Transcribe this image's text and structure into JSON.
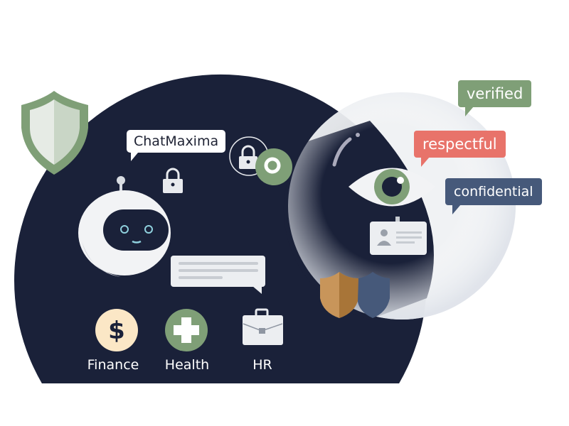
{
  "brand_bubble": {
    "text": "ChatMaxima"
  },
  "tags": [
    {
      "text": "verified",
      "color": "#7f9f77"
    },
    {
      "text": "respectful",
      "color": "#e8736a"
    },
    {
      "text": "confidential",
      "color": "#46597a"
    }
  ],
  "categories": [
    {
      "label": "Finance",
      "icon": "dollar-icon"
    },
    {
      "label": "Health",
      "icon": "medical-cross-icon"
    },
    {
      "label": "HR",
      "icon": "briefcase-icon"
    }
  ],
  "colors": {
    "navy": "#1a2139",
    "green": "#7f9f77",
    "coral": "#e8736a",
    "slate": "#46597a",
    "gold": "#c8955a",
    "cream": "#fbe7c6"
  }
}
